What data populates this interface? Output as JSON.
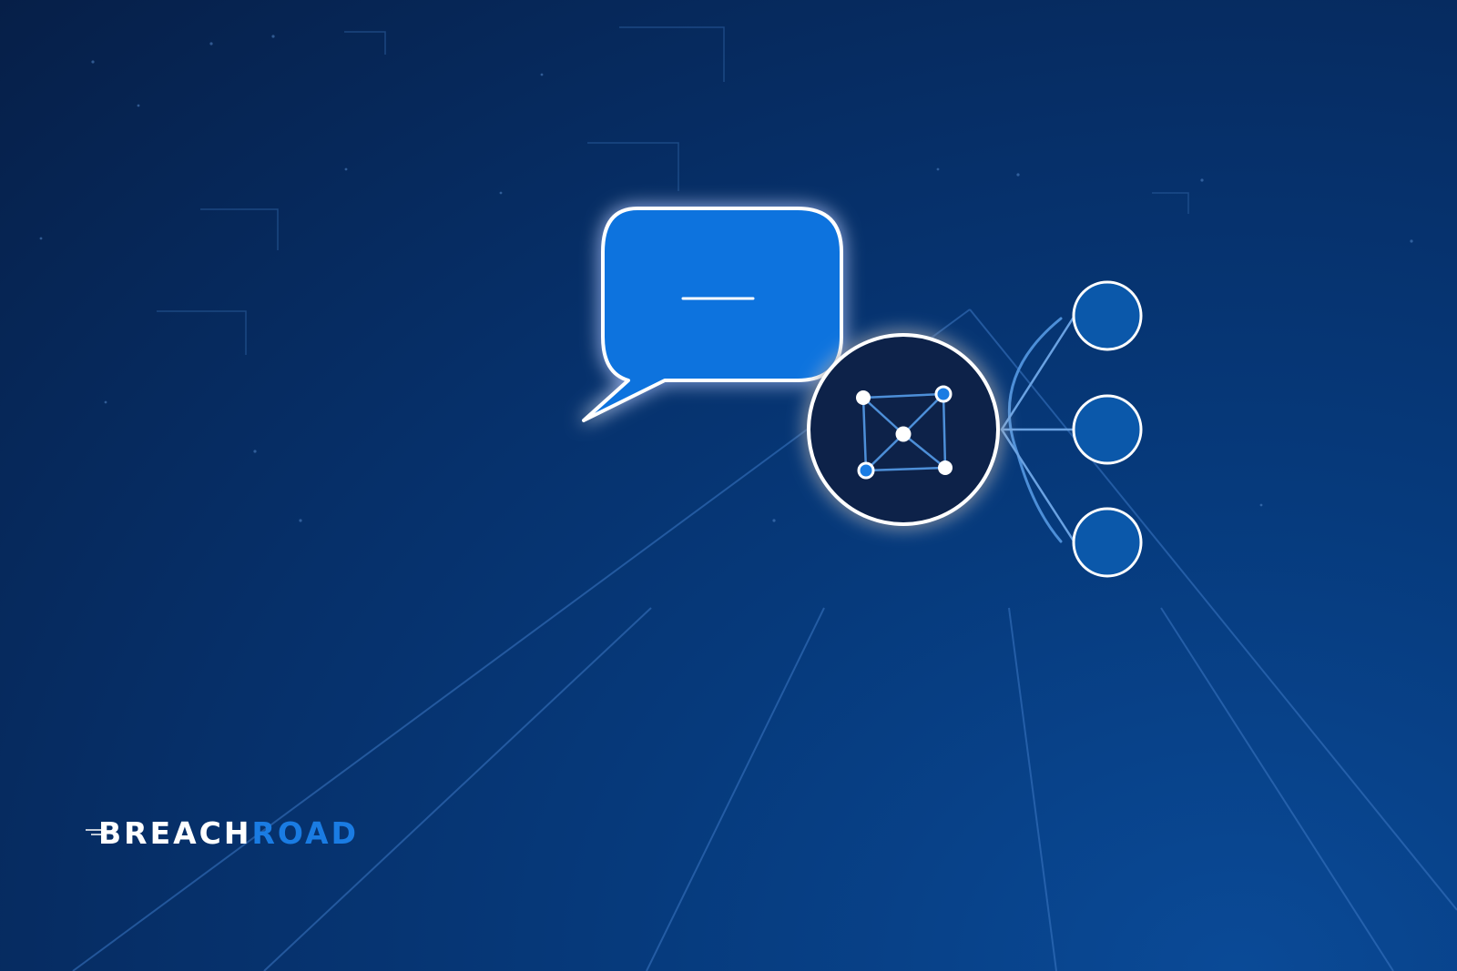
{
  "brand": {
    "part_1": "BREACH",
    "part_2": "ROAD",
    "color_primary": "#ffffff",
    "color_accent": "#1a7ce3"
  },
  "illustration": {
    "speech_bubble_icon": "chat-bubble-icon",
    "hub_icon": "network-graph-icon",
    "output_nodes_count": 3,
    "colors": {
      "bubble_fill": "#0b73de",
      "hub_fill": "#0a2248",
      "node_fill": "#0b58aa",
      "stroke": "#ffffff",
      "connector": "#4d8fd8"
    }
  }
}
